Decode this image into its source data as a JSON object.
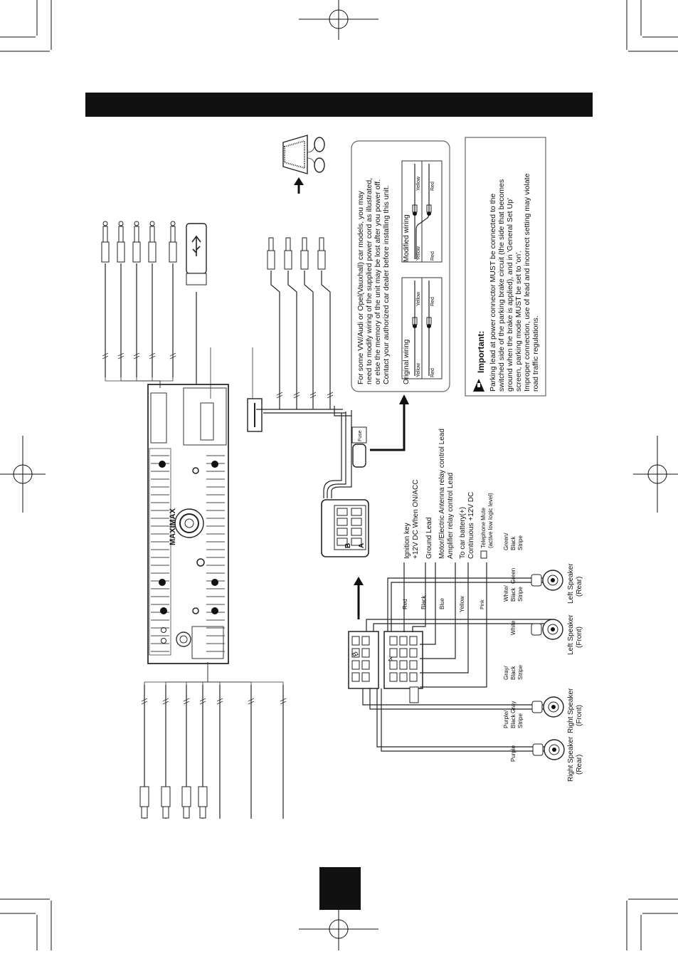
{
  "header_bar": {
    "color": "#111111"
  },
  "page_tab": {
    "color": "#111111"
  },
  "brand": "MAXIMAX",
  "harness_labels": {
    "connector_b": "B",
    "connector_a": "A",
    "plug_b": "B",
    "plug_a": "A"
  },
  "lead_labels": {
    "ignition": [
      "Ignition key",
      "+12V DC When ON/ACC"
    ],
    "ground": "Ground Lead",
    "antenna": [
      "Motor/Electric Antenna relay control Lead",
      "Amplifier relay control Lead"
    ],
    "battery": [
      "To car battery(+)",
      "Continuous +12V DC"
    ],
    "mute": [
      "Telephone Mute",
      "(active low logic level)"
    ]
  },
  "wire_colors": {
    "red": "Red",
    "black": "Black",
    "blue": "Blue",
    "yellow": "Yellow",
    "pink": "Pink"
  },
  "speakers": [
    {
      "name": [
        "Left Speaker",
        "(Rear)"
      ],
      "plus_wire": "Green",
      "minus_wire": [
        "Green/",
        "Black",
        "Stripe"
      ]
    },
    {
      "name": [
        "Left Speaker",
        "(Front)"
      ],
      "plus_wire": "White",
      "minus_wire": [
        "White/",
        "Black",
        "Stripe"
      ]
    },
    {
      "name": [
        "Right Speaker",
        "(Front)"
      ],
      "plus_wire": "Gray",
      "minus_wire": [
        "Gray/",
        "Black",
        "Stripe"
      ]
    },
    {
      "name": [
        "Right Speaker",
        "(Rear)"
      ],
      "plus_wire": "Purple",
      "minus_wire": [
        "Purple/",
        "Black",
        "Stripe"
      ]
    }
  ],
  "vw_note": {
    "text": [
      "For some VW/Audi or Opel(Vauxhall) car models, you may",
      "need to modify wiring of the supplied power cord as illustrated,",
      "or else the memory of the unit may be lost after you power off.",
      "Contact your authorized car dealer before installing this unit."
    ],
    "original_label": "Original wiring",
    "modified_label": "Modified wiring",
    "yellow": "Yellow",
    "red": "Red"
  },
  "important": {
    "title": "Important:",
    "text": [
      "Parking lead at power connector MUST be connected to the",
      "switched side of the parking brake circuit (the side that becomes",
      "ground when the brake is applied), and in 'General Set Up'",
      "screen, parking mode MUST be set to 'on'.",
      "Improper connection, use of lead and incorrect setting may violate",
      "road traffic regulations."
    ]
  },
  "fuse_label": "Fuse"
}
